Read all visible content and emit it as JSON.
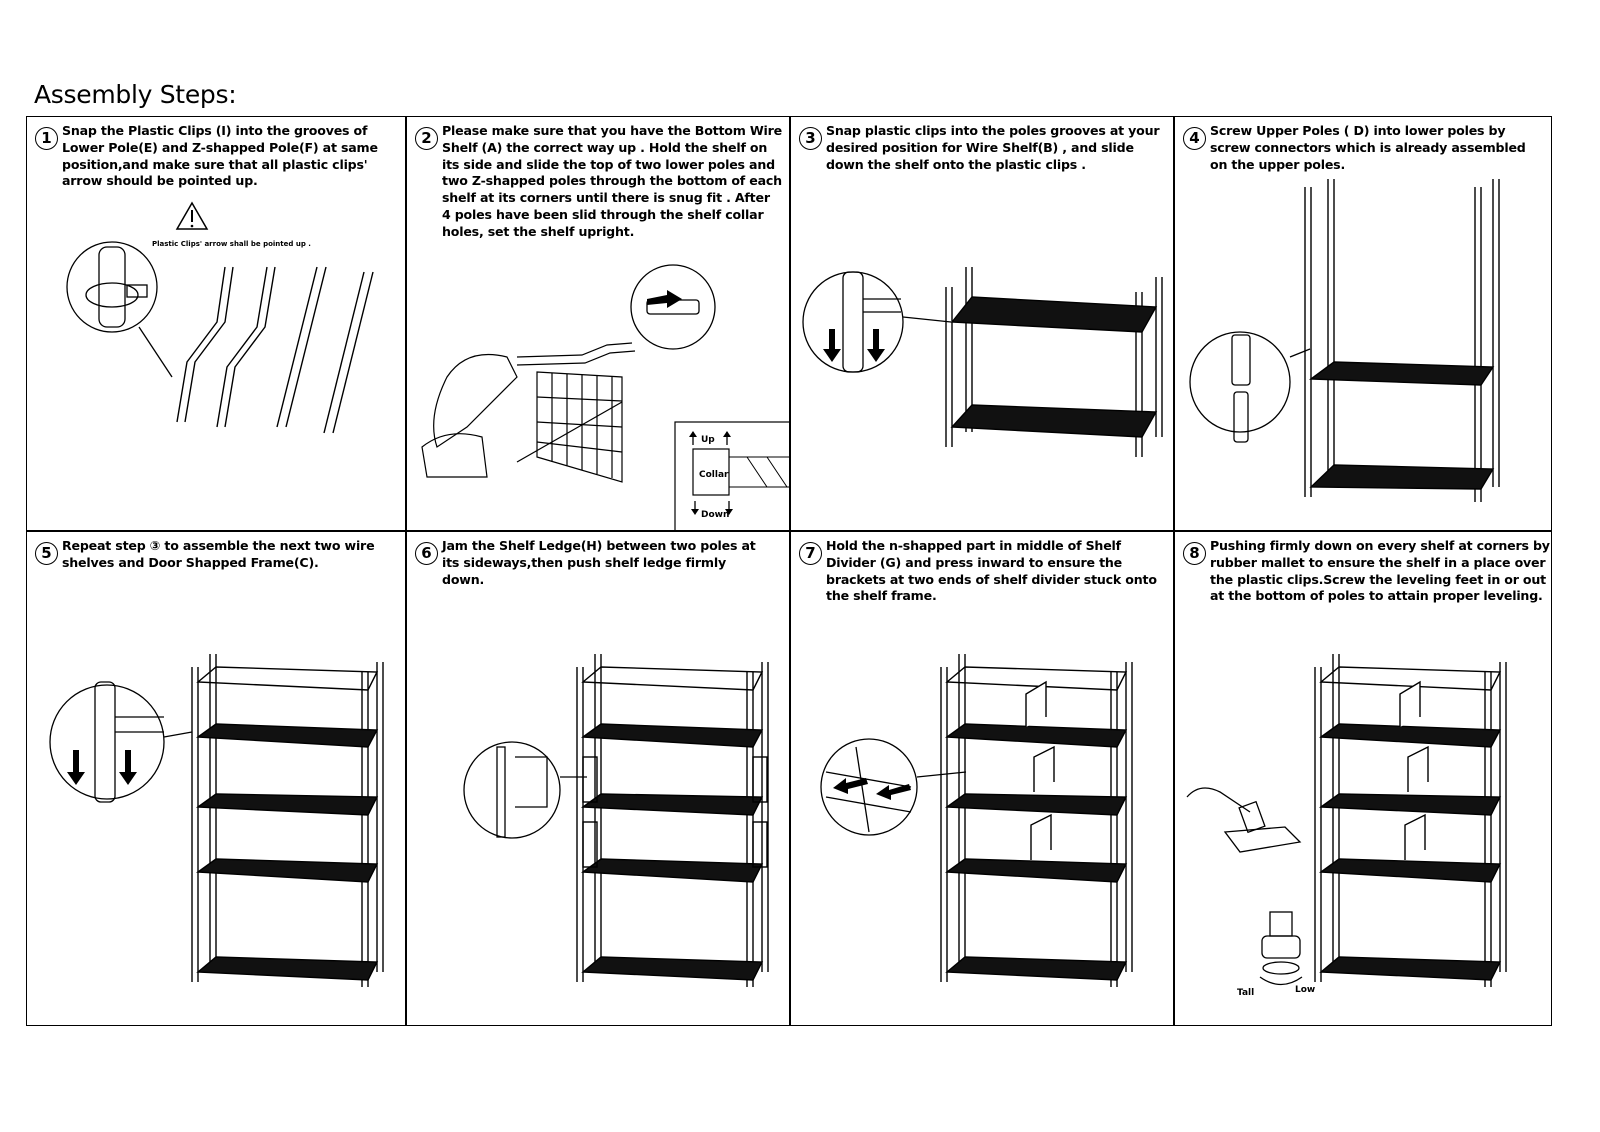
{
  "title": "Assembly Steps:",
  "steps": [
    {
      "number": "1",
      "text": "Snap the Plastic Clips (I) into the grooves of Lower Pole(E) and Z-shapped Pole(F) at same position,and make sure that all plastic clips'   arrow should be pointed up."
    },
    {
      "number": "2",
      "text": "Please make sure that you have the Bottom Wire Shelf (A) the correct way up . Hold the shelf on its side and slide the top of two lower poles and two Z-shapped poles through the bottom of each shelf at its corners until there is snug fit . After 4 poles have been slid through the shelf collar holes, set the shelf upright."
    },
    {
      "number": "3",
      "text": "Snap plastic clips into the poles grooves at your desired position for Wire Shelf(B) , and slide down the shelf onto the plastic clips ."
    },
    {
      "number": "4",
      "text": "Screw Upper Poles ( D) into lower poles by screw connectors which is already assembled on the upper poles."
    },
    {
      "number": "5",
      "text": "Repeat step ③  to assemble the next two wire shelves and Door Shapped Frame(C)."
    },
    {
      "number": "6",
      "text": "Jam the Shelf Ledge(H) between two poles at its sideways,then push shelf ledge firmly down."
    },
    {
      "number": "7",
      "text": "Hold the n-shapped part in middle of Shelf Divider (G) and press inward to ensure the brackets at two ends of shelf divider stuck onto the shelf  frame."
    },
    {
      "number": "8",
      "text": "Pushing firmly down on every shelf at corners by rubber mallet to ensure the shelf in a place over the plastic clips.Screw the leveling feet in or out at the bottom of poles to attain proper leveling."
    }
  ],
  "labels": {
    "clip_warning": "Plastic Clips' arrow shall be pointed up .",
    "up": "Up",
    "collar": "Collar",
    "down": "Down",
    "tall": "Tall",
    "low": "Low"
  },
  "icons": [
    "warning-triangle-icon",
    "arrow-down-icon",
    "arrow-right-icon"
  ]
}
